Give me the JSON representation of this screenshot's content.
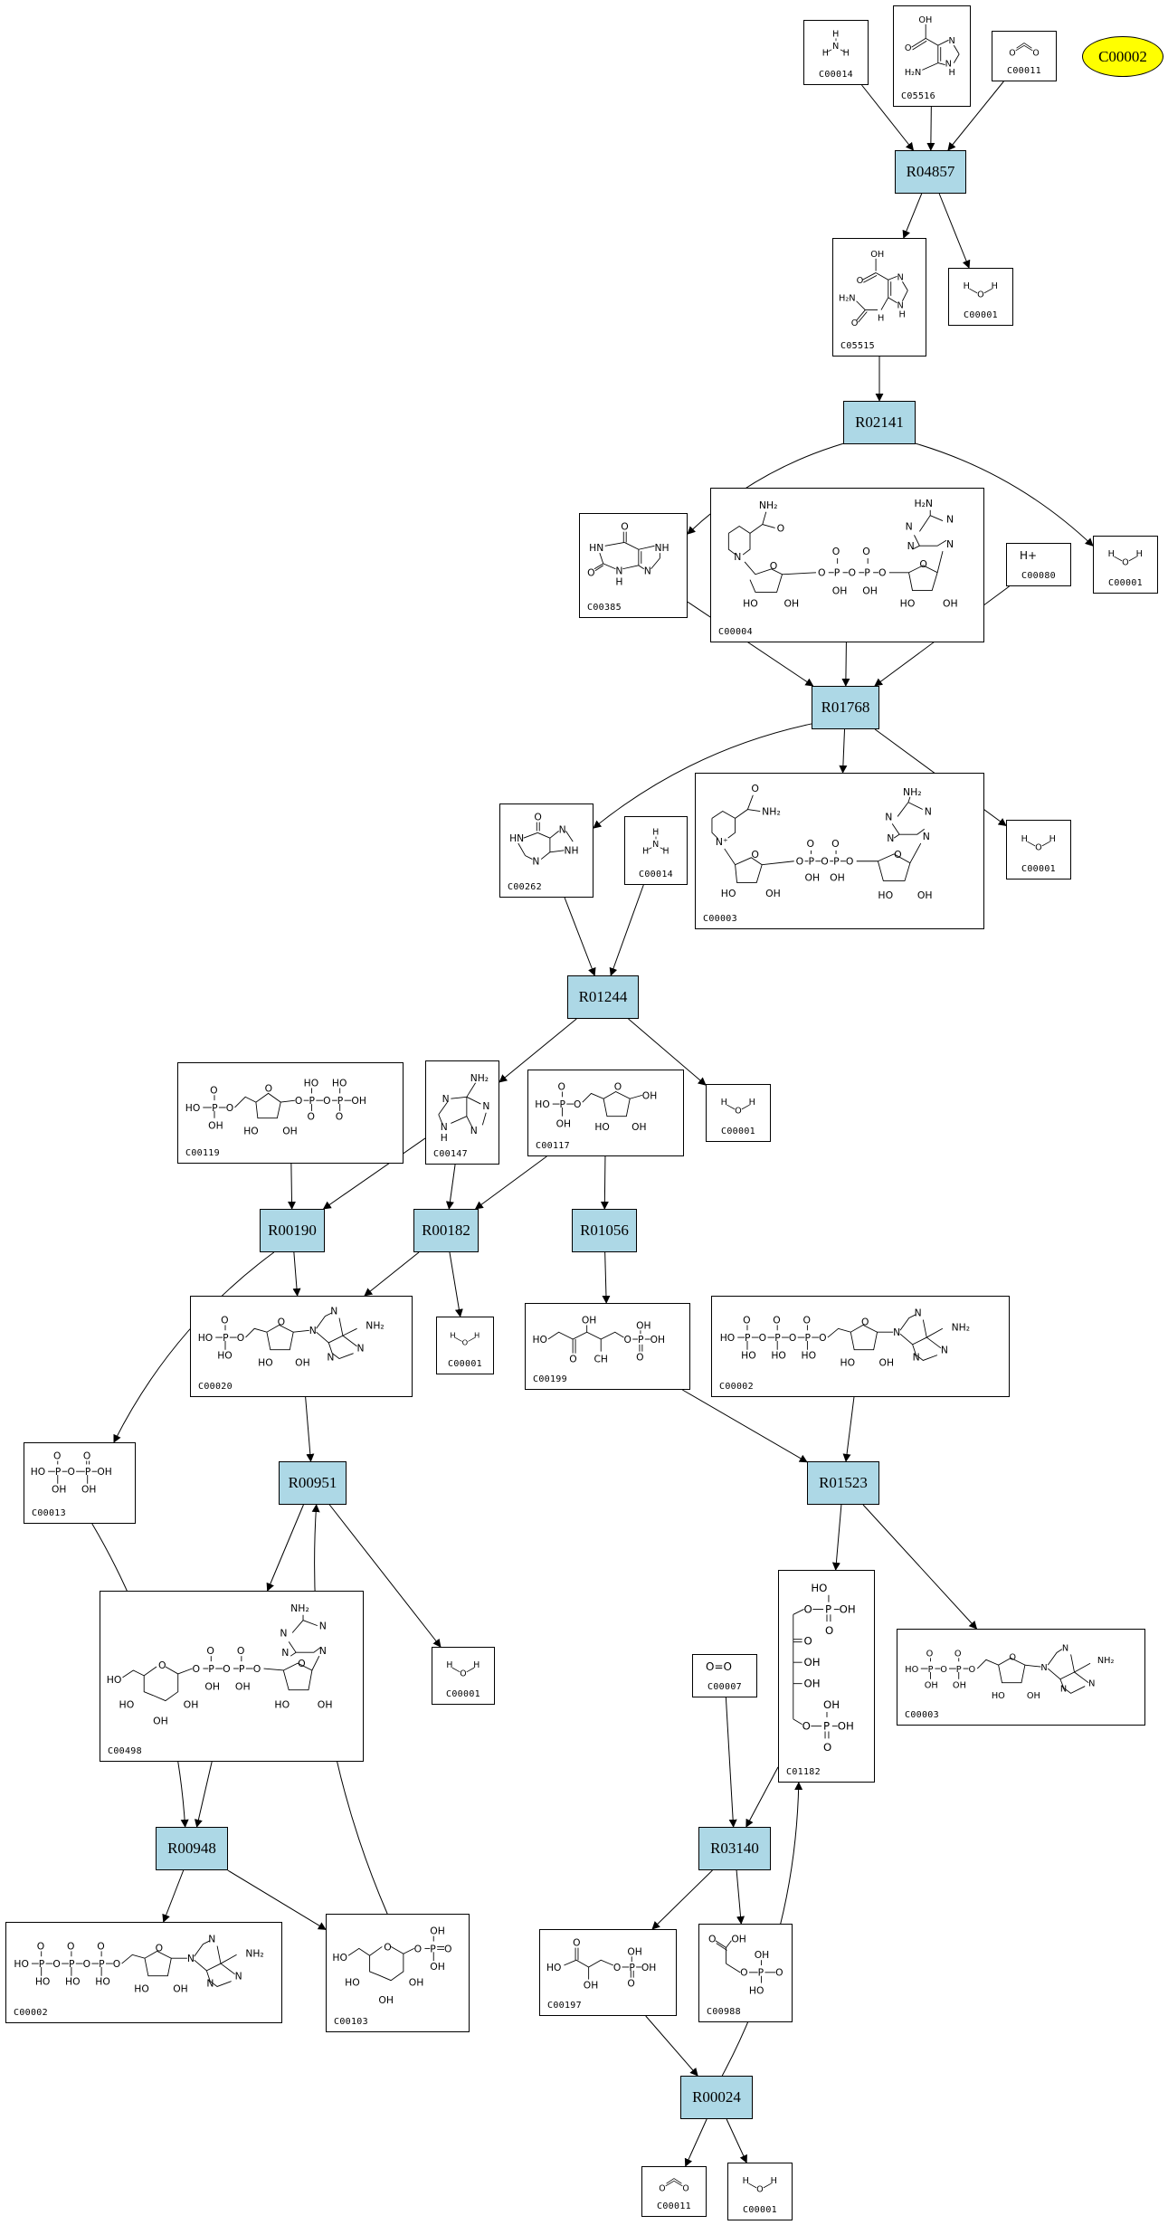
{
  "diagram": {
    "type": "metabolic-pathway-graph",
    "colors": {
      "reaction_fill": "#add8e6",
      "highlight_fill": "#ffff00",
      "compound_fill": "#ffffff",
      "stroke": "#000000"
    },
    "highlight": {
      "id": "C00002"
    },
    "reactions": [
      {
        "key": "R04857",
        "label": "R04857"
      },
      {
        "key": "R02141",
        "label": "R02141"
      },
      {
        "key": "R01768",
        "label": "R01768"
      },
      {
        "key": "R01244",
        "label": "R01244"
      },
      {
        "key": "R00190",
        "label": "R00190"
      },
      {
        "key": "R00182",
        "label": "R00182"
      },
      {
        "key": "R01056",
        "label": "R01056"
      },
      {
        "key": "R00951",
        "label": "R00951"
      },
      {
        "key": "R01523",
        "label": "R01523"
      },
      {
        "key": "R00948",
        "label": "R00948"
      },
      {
        "key": "R03140",
        "label": "R03140"
      },
      {
        "key": "R00024",
        "label": "R00024"
      }
    ],
    "compounds": [
      {
        "key": "c1",
        "id": "C00014",
        "structure": "ammonia",
        "formula": "NH3"
      },
      {
        "key": "c2",
        "id": "C05516",
        "structure": "5-amino-imidazole-4-carboxylic acid"
      },
      {
        "key": "c3",
        "id": "C00011",
        "structure": "carbon dioxide",
        "formula": "O=C=O"
      },
      {
        "key": "c4",
        "id": "C05515",
        "structure": "5-ureido-imidazole-4-carboxylic acid"
      },
      {
        "key": "c5",
        "id": "C00001",
        "structure": "water",
        "formula": "H2O"
      },
      {
        "key": "c6",
        "id": "C00385",
        "structure": "xanthine"
      },
      {
        "key": "c7",
        "id": "C00004",
        "structure": "NADH"
      },
      {
        "key": "c8",
        "id": "C00080",
        "structure": "proton",
        "formula": "H+"
      },
      {
        "key": "c9",
        "id": "C00001",
        "structure": "water",
        "formula": "H2O"
      },
      {
        "key": "c10",
        "id": "C00262",
        "structure": "hypoxanthine"
      },
      {
        "key": "c11",
        "id": "C00014",
        "structure": "ammonia",
        "formula": "NH3"
      },
      {
        "key": "c12",
        "id": "C00003",
        "structure": "NAD+"
      },
      {
        "key": "c13",
        "id": "C00001",
        "structure": "water",
        "formula": "H2O"
      },
      {
        "key": "c14",
        "id": "C00119",
        "structure": "PRPP"
      },
      {
        "key": "c15",
        "id": "C00147",
        "structure": "adenine"
      },
      {
        "key": "c16",
        "id": "C00117",
        "structure": "ribose 5-phosphate"
      },
      {
        "key": "c17",
        "id": "C00001",
        "structure": "water",
        "formula": "H2O"
      },
      {
        "key": "c18",
        "id": "C00020",
        "structure": "AMP"
      },
      {
        "key": "c19",
        "id": "C00001",
        "structure": "water",
        "formula": "H2O"
      },
      {
        "key": "c20",
        "id": "C00199",
        "structure": "ribulose 5-phosphate"
      },
      {
        "key": "c21",
        "id": "C00002",
        "structure": "ATP"
      },
      {
        "key": "c22",
        "id": "C00013",
        "structure": "pyrophosphate"
      },
      {
        "key": "c23",
        "id": "C00498",
        "structure": "ADP-glucose"
      },
      {
        "key": "c24",
        "id": "C00001",
        "structure": "water",
        "formula": "H2O"
      },
      {
        "key": "c25",
        "id": "C01182",
        "structure": "ribulose 1,5-bisphosphate"
      },
      {
        "key": "c26",
        "id": "C00007",
        "structure": "oxygen",
        "formula": "O=O"
      },
      {
        "key": "c27",
        "id": "C00003",
        "structure": "ADP"
      },
      {
        "key": "c28",
        "id": "C00002",
        "structure": "ATP"
      },
      {
        "key": "c29",
        "id": "C00103",
        "structure": "glucose 1-phosphate"
      },
      {
        "key": "c30",
        "id": "C00197",
        "structure": "3-phosphoglycerate"
      },
      {
        "key": "c31",
        "id": "C00988",
        "structure": "2-phosphoglycolate"
      },
      {
        "key": "c32",
        "id": "C00011",
        "structure": "carbon dioxide",
        "formula": "O=C=O"
      },
      {
        "key": "c33",
        "id": "C00001",
        "structure": "water",
        "formula": "H2O"
      }
    ],
    "edges": [
      {
        "from": "c1",
        "to": "R04857"
      },
      {
        "from": "c2",
        "to": "R04857"
      },
      {
        "from": "c3",
        "to": "R04857"
      },
      {
        "from": "R04857",
        "to": "c4"
      },
      {
        "from": "R04857",
        "to": "c5"
      },
      {
        "from": "c4",
        "to": "R02141"
      },
      {
        "from": "R02141",
        "to": "c6"
      },
      {
        "from": "R02141",
        "to": "c9"
      },
      {
        "from": "c6",
        "to": "R01768"
      },
      {
        "from": "c7",
        "to": "R01768"
      },
      {
        "from": "c8",
        "to": "R01768"
      },
      {
        "from": "R01768",
        "to": "c10"
      },
      {
        "from": "R01768",
        "to": "c12"
      },
      {
        "from": "R01768",
        "to": "c13"
      },
      {
        "from": "c10",
        "to": "R01244"
      },
      {
        "from": "c11",
        "to": "R01244"
      },
      {
        "from": "R01244",
        "to": "c15"
      },
      {
        "from": "R01244",
        "to": "c17"
      },
      {
        "from": "c14",
        "to": "R00190"
      },
      {
        "from": "c15",
        "to": "R00190"
      },
      {
        "from": "c15",
        "to": "R00182"
      },
      {
        "from": "c16",
        "to": "R00182"
      },
      {
        "from": "c16",
        "to": "R01056"
      },
      {
        "from": "R00190",
        "to": "c18"
      },
      {
        "from": "R00190",
        "to": "c22"
      },
      {
        "from": "R00182",
        "to": "c18"
      },
      {
        "from": "R00182",
        "to": "c19"
      },
      {
        "from": "R01056",
        "to": "c20"
      },
      {
        "from": "c18",
        "to": "R00951"
      },
      {
        "from": "c29",
        "to": "R00951"
      },
      {
        "from": "R00951",
        "to": "c23"
      },
      {
        "from": "R00951",
        "to": "c24"
      },
      {
        "from": "c20",
        "to": "R01523"
      },
      {
        "from": "c21",
        "to": "R01523"
      },
      {
        "from": "R01523",
        "to": "c25"
      },
      {
        "from": "R01523",
        "to": "c27"
      },
      {
        "from": "c22",
        "to": "R00948"
      },
      {
        "from": "c23",
        "to": "R00948"
      },
      {
        "from": "R00948",
        "to": "c28"
      },
      {
        "from": "R00948",
        "to": "c29"
      },
      {
        "from": "c26",
        "to": "R03140"
      },
      {
        "from": "c25",
        "to": "R03140"
      },
      {
        "from": "R03140",
        "to": "c30"
      },
      {
        "from": "R03140",
        "to": "c31"
      },
      {
        "from": "c30",
        "to": "R00024"
      },
      {
        "from": "R00024",
        "to": "c25"
      },
      {
        "from": "R00024",
        "to": "c32"
      },
      {
        "from": "R00024",
        "to": "c33"
      }
    ]
  }
}
